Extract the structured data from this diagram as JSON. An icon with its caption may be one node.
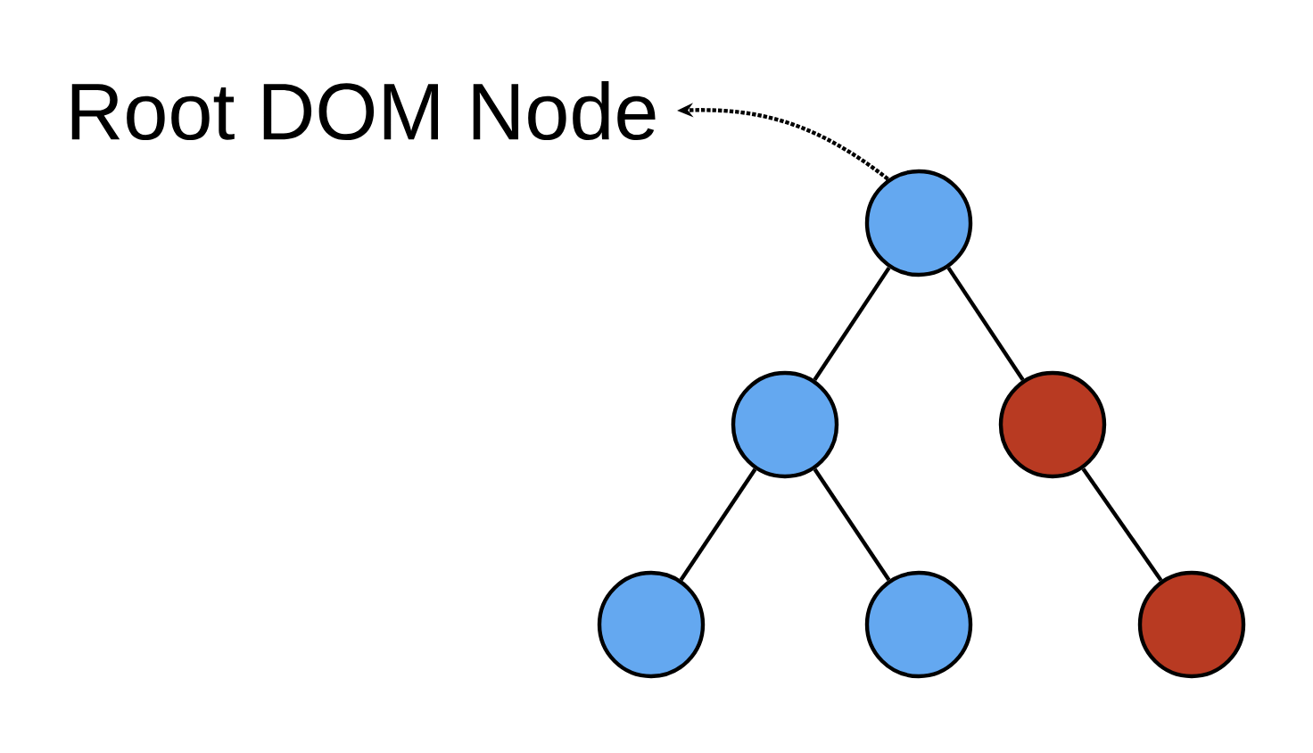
{
  "diagram": {
    "nodes": [
      {
        "text": [
          "Root DOM Node"
        ]
      },
      {
        "text": [],
        "shape": "circle"
      },
      {
        "text": [],
        "shape": "circle"
      },
      {
        "text": [],
        "shape": "circle"
      },
      {
        "text": [],
        "shape": "circle"
      },
      {
        "text": [],
        "shape": "circle"
      },
      {
        "text": [],
        "shape": "circle"
      }
    ],
    "edges": [
      {
        "from": 1,
        "to": 0,
        "arrow": "to",
        "style": "dashed"
      },
      {
        "from": 1,
        "to": 2,
        "arrow": "none"
      },
      {
        "from": 1,
        "to": 3,
        "arrow": "none"
      },
      {
        "from": 2,
        "to": 4,
        "arrow": "none"
      },
      {
        "from": 2,
        "to": 5,
        "arrow": "none"
      },
      {
        "from": 3,
        "to": 6,
        "arrow": "none"
      }
    ]
  }
}
